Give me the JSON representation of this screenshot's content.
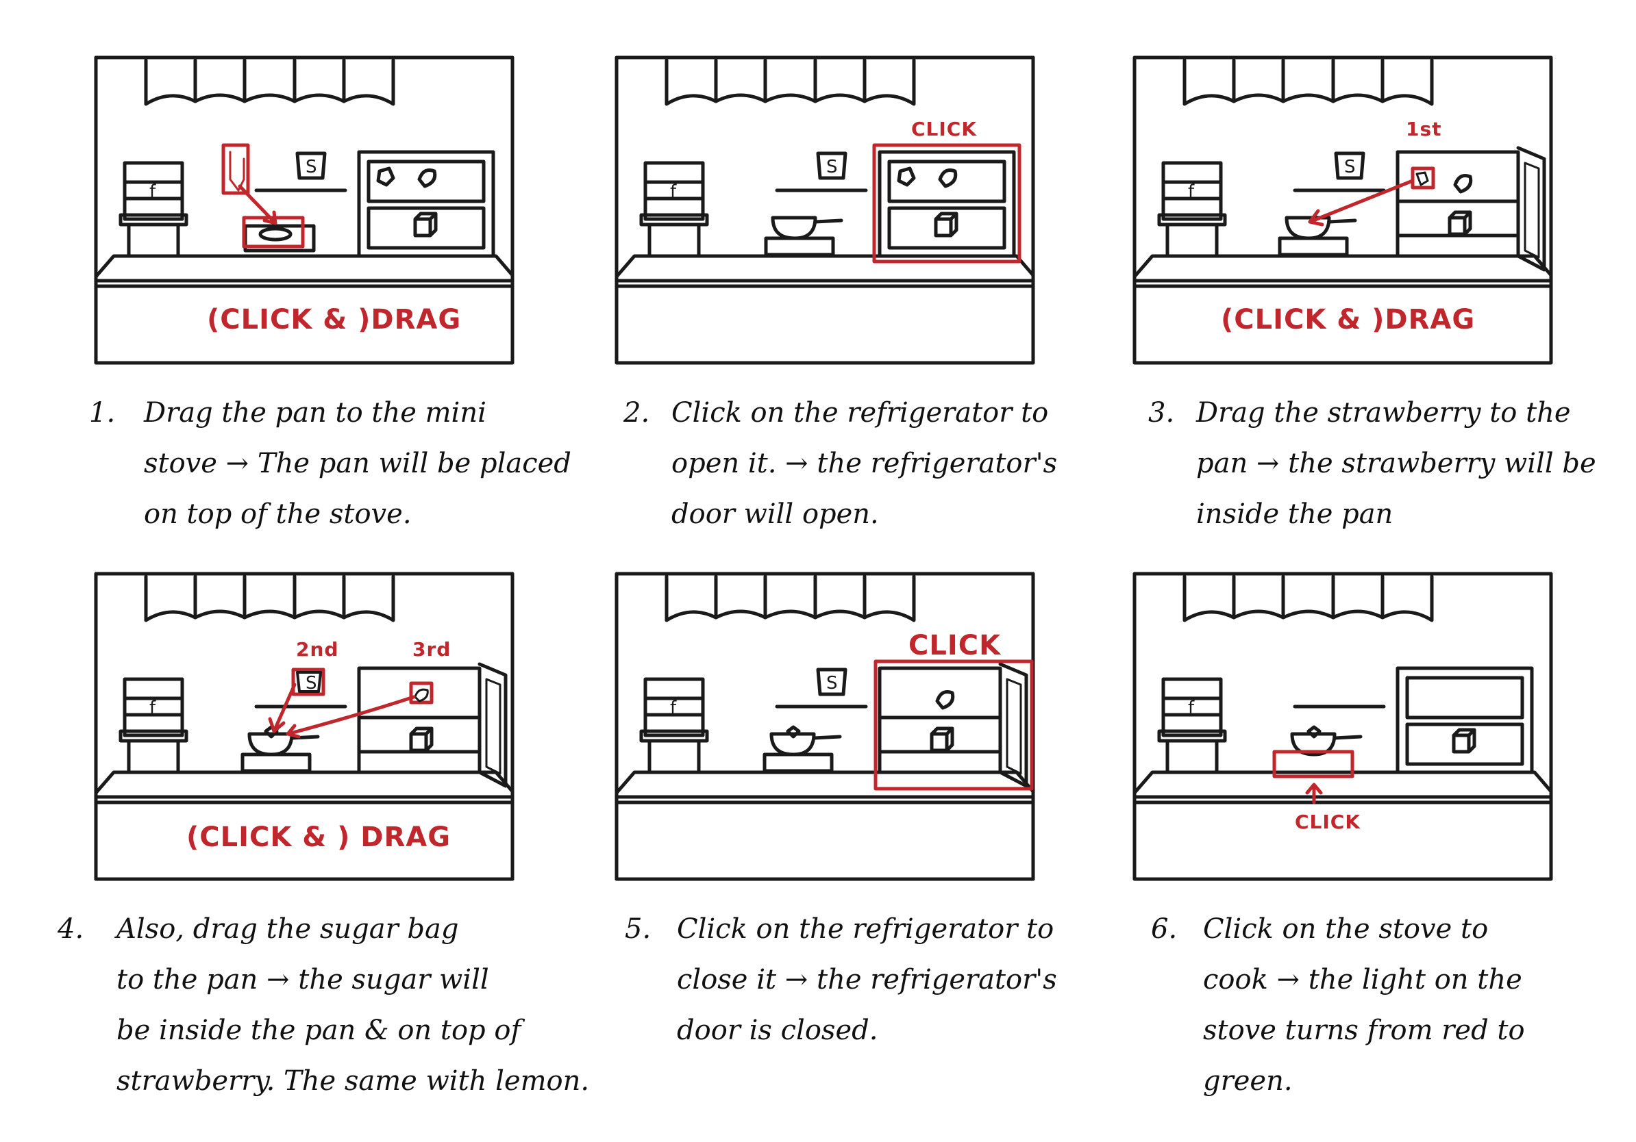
{
  "colors": {
    "ink": "#1a1a1a",
    "accent": "#c0272d"
  },
  "panels": [
    {
      "annotations": [
        "(CLICK & )DRAG"
      ],
      "caption": {
        "number": "1.",
        "lines": [
          "Drag the pan to the mini",
          "stove → The pan will be placed",
          "on top of the stove."
        ]
      }
    },
    {
      "annotations": [
        "CLICK"
      ],
      "caption": {
        "number": "2.",
        "lines": [
          "Click on the refrigerator to",
          "open it. → the refrigerator's",
          "door will open."
        ]
      }
    },
    {
      "annotations": [
        "1st",
        "(CLICK & )DRAG"
      ],
      "caption": {
        "number": "3.",
        "lines": [
          "Drag the strawberry to the",
          "pan → the strawberry will be",
          "inside the pan"
        ]
      }
    },
    {
      "annotations": [
        "2nd",
        "3rd",
        "(CLICK & ) DRAG"
      ],
      "caption": {
        "number": "4.",
        "lines": [
          "Also, drag the sugar bag",
          "to the pan → the sugar will",
          "be inside the pan & on top of",
          "strawberry. The same with lemon."
        ]
      }
    },
    {
      "annotations": [
        "CLICK"
      ],
      "caption": {
        "number": "5.",
        "lines": [
          "Click on the refrigerator to",
          "close it → the refrigerator's",
          "door is closed."
        ]
      }
    },
    {
      "annotations": [
        "CLICK"
      ],
      "caption": {
        "number": "6.",
        "lines": [
          "Click on the stove to",
          "cook → the light on the",
          "stove turns from red to",
          "green."
        ]
      }
    }
  ]
}
